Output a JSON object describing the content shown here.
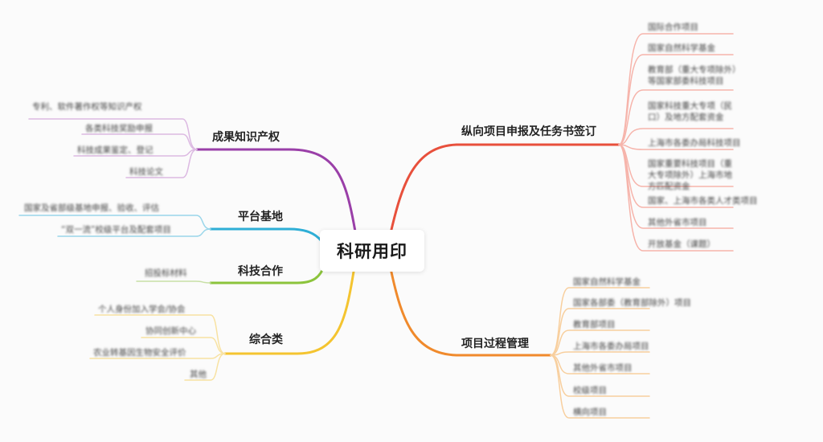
{
  "center": {
    "label": "科研用印"
  },
  "branches": [
    {
      "id": "zongxiang",
      "label": "纵向项目申报及任务书签订",
      "color": "#e8503c",
      "leaf_color": "#f6b4ab",
      "leaves": [
        "国际合作项目",
        "国家自然科学基金",
        "教育部（重大专项除外）等国家部委科技项目",
        "国家科技重大专项（民口）及地方配套资金",
        "上海市各委办局科技项目",
        "国家重要科技项目（重大专项除外）上海市地方匹配资金",
        "国家、上海市各类人才类项目",
        "其他外省市项目",
        "开放基金（课题）"
      ]
    },
    {
      "id": "guocheng",
      "label": "项目过程管理",
      "color": "#f08a2c",
      "leaf_color": "#f8cf9e",
      "leaves": [
        "国家自然科学基金",
        "国家各部委（教育部除外）项目",
        "教育部项目",
        "上海市各委办局项目",
        "其他外省市项目",
        "校级项目",
        "横向项目"
      ]
    },
    {
      "id": "chengguo",
      "label": "成果知识产权",
      "color": "#9a3fa8",
      "leaf_color": "#dcb9e2",
      "leaves": [
        "专利、软件著作权等知识产权",
        "各类科技奖励申报",
        "科技成果鉴定、登记",
        "科技论文"
      ]
    },
    {
      "id": "pingtai",
      "label": "平台基地",
      "color": "#2eaed6",
      "leaf_color": "#9ad6ea",
      "leaves": [
        "国家及省部级基地申报、验收、评估",
        "“双一流”校级平台及配套项目"
      ]
    },
    {
      "id": "hezuo",
      "label": "科技合作",
      "color": "#8cc43c",
      "leaf_color": "#c8e0a6",
      "leaves": [
        "招投标材料"
      ]
    },
    {
      "id": "zonghe",
      "label": "综合类",
      "color": "#f4c430",
      "leaf_color": "#f8e2a2",
      "leaves": [
        "个人身份加入学会/协会",
        "协同创新中心",
        "农业转基因生物安全评价",
        "其他"
      ]
    }
  ]
}
